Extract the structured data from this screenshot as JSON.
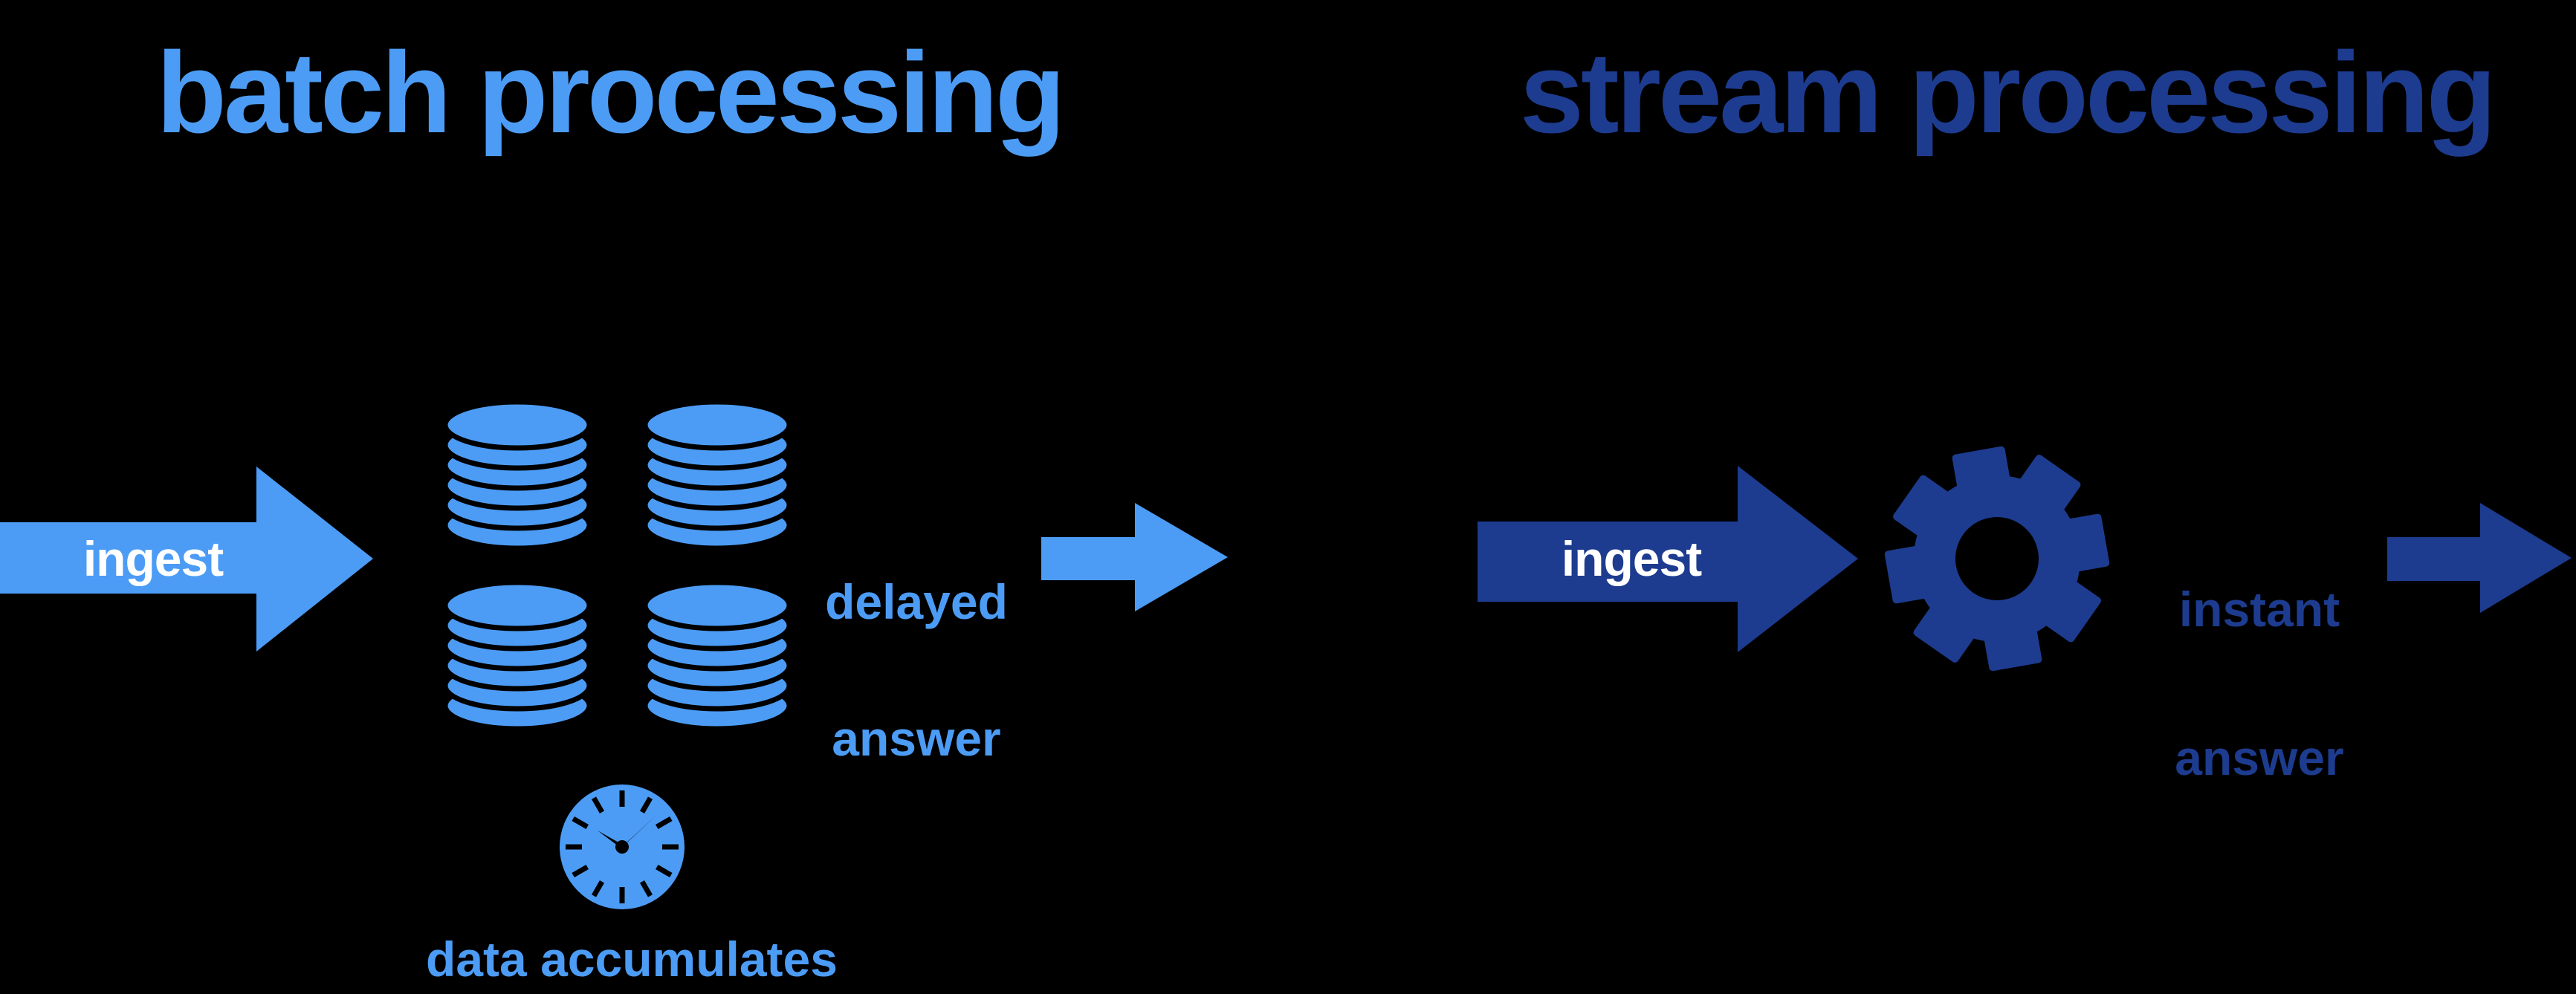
{
  "colors": {
    "light-blue": "#4C9CF5",
    "dark-blue": "#1D3C8F",
    "arrow-label": "#FFFFFF",
    "background": "#000000"
  },
  "left": {
    "title": "batch processing",
    "arrow_label": "ingest",
    "output_label": [
      "delayed",
      "answer"
    ],
    "caption": "data accumulates",
    "icons": [
      "ingest-arrow-icon",
      "database-stack-icon",
      "clock-icon",
      "flow-arrow-icon"
    ],
    "database_stack_count": 4
  },
  "right": {
    "title": "stream processing",
    "arrow_label": "ingest",
    "output_label": [
      "instant",
      "answer"
    ],
    "icons": [
      "ingest-arrow-icon",
      "gear-icon",
      "flow-arrow-icon"
    ]
  }
}
